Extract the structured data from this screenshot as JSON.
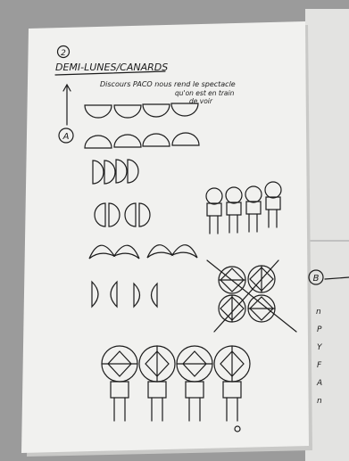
{
  "left_page": {
    "page_number": "2",
    "title": "DEMI-LUNES/CANARDS",
    "note_line1": "Discours PACO nous rend le spectacle",
    "note_line2": "qu'on est en train",
    "note_line3": "de voir",
    "section_a_label": "A"
  },
  "right_page": {
    "section_b_label": "B",
    "margin_marks": [
      "n",
      "P",
      "Y",
      "F",
      "A",
      "n"
    ]
  },
  "colors": {
    "background": "#9c9c9c",
    "paper": "#f1f1ef",
    "ink": "#1c1c1c"
  },
  "icons": [
    "half-moon-icon",
    "double-half-moon-icon",
    "performer-figure-icon",
    "circle-diamond-icon",
    "up-arrow-icon"
  ]
}
